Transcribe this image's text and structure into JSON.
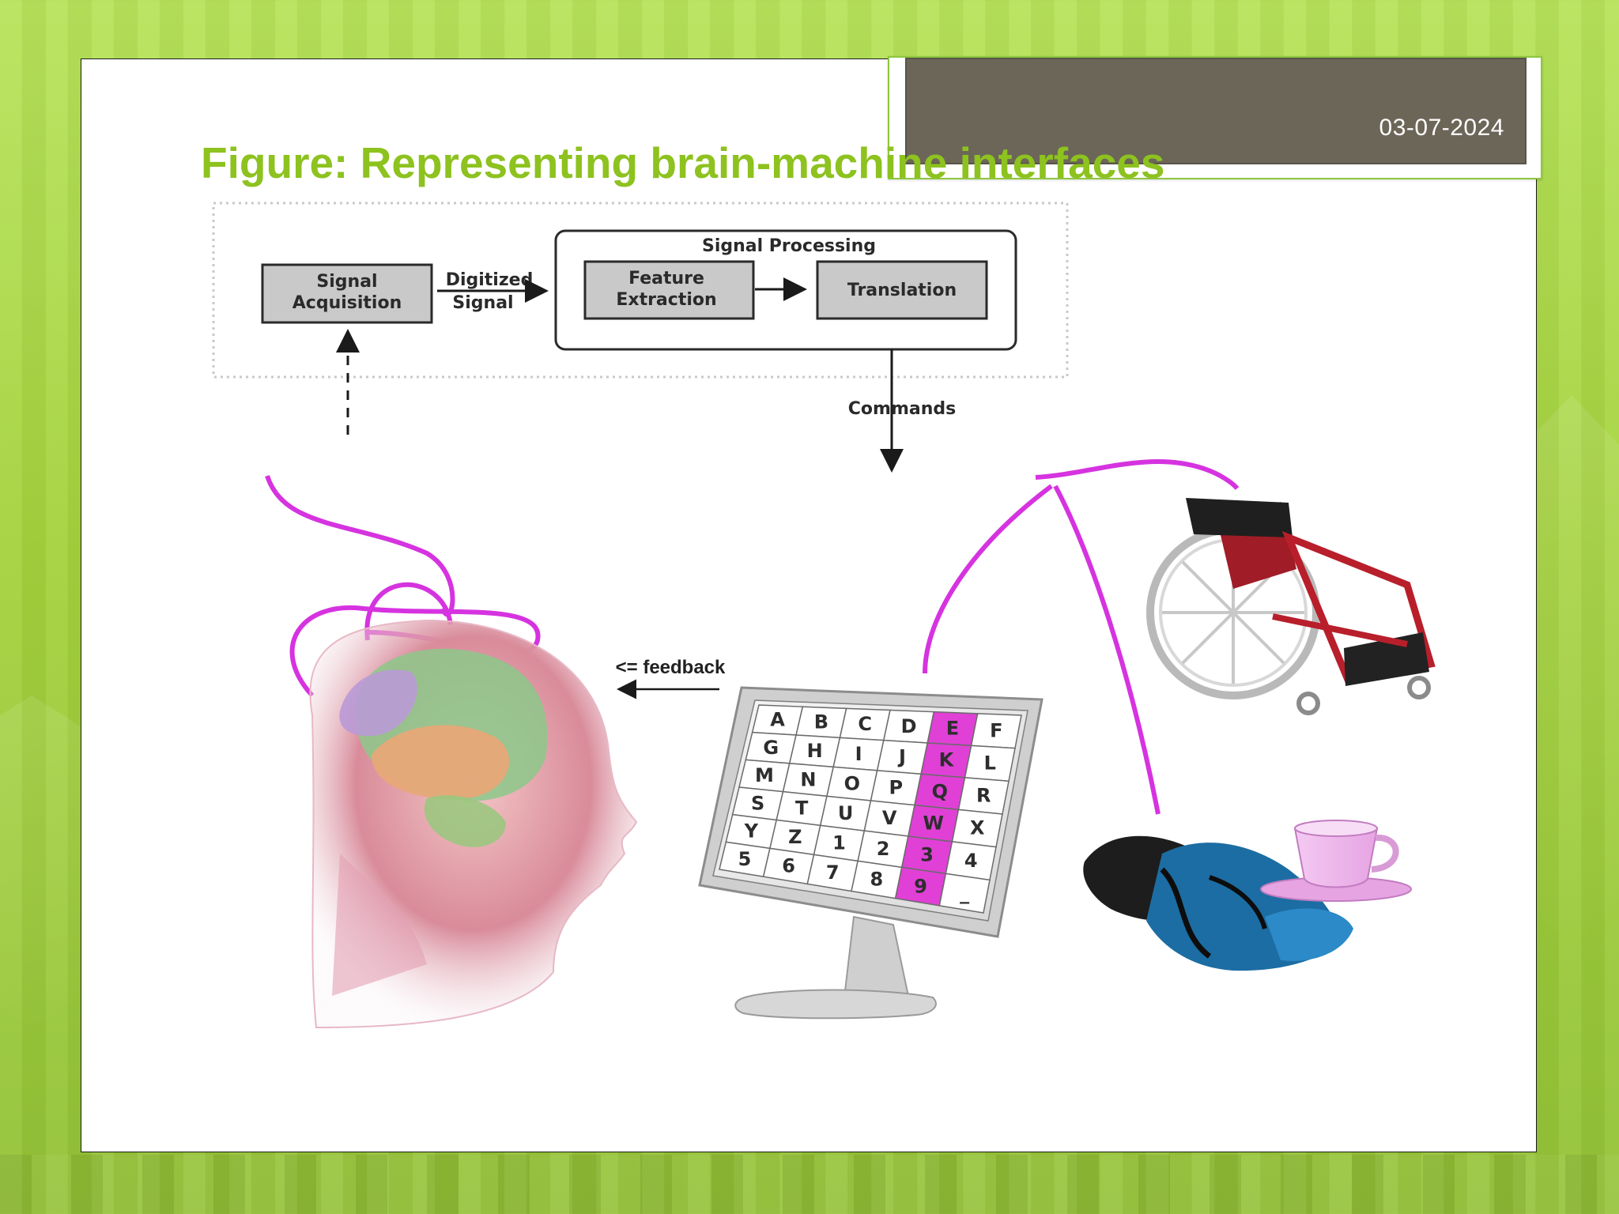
{
  "slide": {
    "date": "03-07-2024",
    "title": "Figure: Representing brain-machine interfaces"
  },
  "diagram": {
    "signal_acquisition": [
      "Signal",
      "Acquisition"
    ],
    "digitized_signal": [
      "Digitized",
      "Signal"
    ],
    "signal_processing": "Signal Processing",
    "feature_extraction": [
      "Feature",
      "Extraction"
    ],
    "translation": "Translation",
    "commands": "Commands",
    "feedback": "<= feedback"
  },
  "speller": {
    "rows": [
      [
        "A",
        "B",
        "C",
        "D",
        "E",
        "F"
      ],
      [
        "G",
        "H",
        "I",
        "J",
        "K",
        "L"
      ],
      [
        "M",
        "N",
        "O",
        "P",
        "Q",
        "R"
      ],
      [
        "S",
        "T",
        "U",
        "V",
        "W",
        "X"
      ],
      [
        "Y",
        "Z",
        "1",
        "2",
        "3",
        "4"
      ],
      [
        "5",
        "6",
        "7",
        "8",
        "9",
        "_"
      ]
    ],
    "highlighted_column": 4,
    "highlight_color": "#e040d6"
  },
  "colors": {
    "accent_green": "#8dc21f",
    "date_tab": "#6c6659",
    "wire_magenta": "#d633e0"
  },
  "icons": [
    "human-head-brain-image",
    "monitor-speller-image",
    "wheelchair-image",
    "robotic-hand-cup-image"
  ]
}
